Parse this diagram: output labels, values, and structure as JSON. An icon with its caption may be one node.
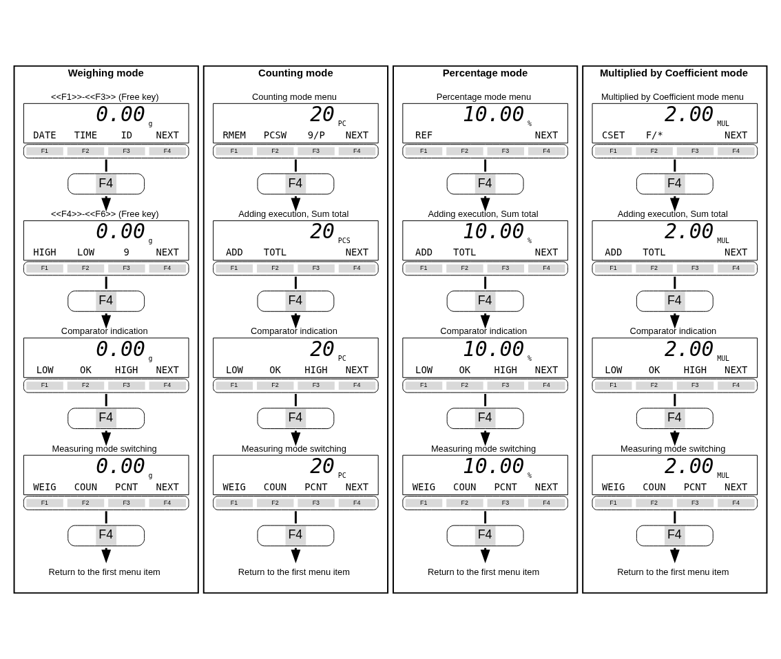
{
  "diagram": {
    "nodes": [
      {
        "text": [
          "Weighing mode"
        ]
      },
      {
        "text": [
          "0.00",
          "g",
          "DATE",
          "TIME",
          "ID",
          "NEXT",
          "F1",
          "F2",
          "F3",
          "F4"
        ],
        "in": 0,
        "beside": [
          "<<F1>>-<<F3>> (Free key)"
        ]
      },
      {
        "text": [
          "F4"
        ],
        "in": 0
      },
      {
        "text": [
          "0.00",
          "g",
          "HIGH",
          "LOW",
          "9",
          "NEXT",
          "F1",
          "F2",
          "F3",
          "F4"
        ],
        "in": 0,
        "beside": [
          "<<F4>>-<<F6>> (Free key)"
        ]
      },
      {
        "text": [
          "F4"
        ],
        "in": 0
      },
      {
        "text": [
          "0.00",
          "g",
          "LOW",
          "OK",
          "HIGH",
          "NEXT",
          "F1",
          "F2",
          "F3",
          "F4"
        ],
        "in": 0,
        "beside": [
          "Comparator indication"
        ]
      },
      {
        "text": [
          "F4"
        ],
        "in": 0
      },
      {
        "text": [
          "0.00",
          "g",
          "WEIG",
          "COUN",
          "PCNT",
          "NEXT",
          "F1",
          "F2",
          "F3",
          "F4"
        ],
        "in": 0,
        "beside": [
          "Measuring mode switching"
        ]
      },
      {
        "text": [
          "F4"
        ],
        "in": 0
      },
      {
        "text": [
          "Return to the first menu item"
        ],
        "in": 0
      },
      {
        "text": [
          "Counting mode"
        ]
      },
      {
        "text": [
          "20",
          "PC",
          "RMEM",
          "PCSW",
          "9/P",
          "NEXT",
          "F1",
          "F2",
          "F3",
          "F4"
        ],
        "in": 10,
        "beside": [
          "Counting mode menu"
        ]
      },
      {
        "text": [
          "F4"
        ],
        "in": 10
      },
      {
        "text": [
          "20",
          "PCS",
          "ADD",
          "TOTL",
          "NEXT",
          "F1",
          "F2",
          "F3",
          "F4"
        ],
        "in": 10,
        "beside": [
          "Adding execution, Sum total"
        ]
      },
      {
        "text": [
          "F4"
        ],
        "in": 10
      },
      {
        "text": [
          "20",
          "PC",
          "LOW",
          "OK",
          "HIGH",
          "NEXT",
          "F1",
          "F2",
          "F3",
          "F4"
        ],
        "in": 10,
        "beside": [
          "Comparator indication"
        ]
      },
      {
        "text": [
          "F4"
        ],
        "in": 10
      },
      {
        "text": [
          "20",
          "PC",
          "WEIG",
          "COUN",
          "PCNT",
          "NEXT",
          "F1",
          "F2",
          "F3",
          "F4"
        ],
        "in": 10,
        "beside": [
          "Measuring mode switching"
        ]
      },
      {
        "text": [
          "F4"
        ],
        "in": 10
      },
      {
        "text": [
          "Return to the first menu item"
        ],
        "in": 10
      },
      {
        "text": [
          "Percentage mode"
        ]
      },
      {
        "text": [
          "10.00",
          "%",
          "REF",
          "NEXT",
          "F1",
          "F2",
          "F3",
          "F4"
        ],
        "in": 20,
        "beside": [
          "Percentage mode menu"
        ]
      },
      {
        "text": [
          "F4"
        ],
        "in": 20
      },
      {
        "text": [
          "10.00",
          "%",
          "ADD",
          "TOTL",
          "NEXT",
          "F1",
          "F2",
          "F3",
          "F4"
        ],
        "in": 20,
        "beside": [
          "Adding execution, Sum total"
        ]
      },
      {
        "text": [
          "F4"
        ],
        "in": 20
      },
      {
        "text": [
          "10.00",
          "%",
          "LOW",
          "OK",
          "HIGH",
          "NEXT",
          "F1",
          "F2",
          "F3",
          "F4"
        ],
        "in": 20,
        "beside": [
          "Comparator indication"
        ]
      },
      {
        "text": [
          "F4"
        ],
        "in": 20
      },
      {
        "text": [
          "10.00",
          "%",
          "WEIG",
          "COUN",
          "PCNT",
          "NEXT",
          "F1",
          "F2",
          "F3",
          "F4"
        ],
        "in": 20,
        "beside": [
          "Measuring mode switching"
        ]
      },
      {
        "text": [
          "F4"
        ],
        "in": 20
      },
      {
        "text": [
          "Return to the first menu item"
        ],
        "in": 20
      },
      {
        "text": [
          "Multiplied by Coefficient mode"
        ]
      },
      {
        "text": [
          "2.00",
          "MUL",
          "CSET",
          "F/*",
          "NEXT",
          "F1",
          "F2",
          "F3",
          "F4"
        ],
        "in": 30,
        "beside": [
          "Multiplied by Coefficient mode menu"
        ]
      },
      {
        "text": [
          "F4"
        ],
        "in": 30
      },
      {
        "text": [
          "2.00",
          "MUL",
          "ADD",
          "TOTL",
          "NEXT",
          "F1",
          "F2",
          "F3",
          "F4"
        ],
        "in": 30,
        "beside": [
          "Adding execution, Sum total"
        ]
      },
      {
        "text": [
          "F4"
        ],
        "in": 30
      },
      {
        "text": [
          "2.00",
          "MUL",
          "LOW",
          "OK",
          "HIGH",
          "NEXT",
          "F1",
          "F2",
          "F3",
          "F4"
        ],
        "in": 30,
        "beside": [
          "Comparator indication"
        ]
      },
      {
        "text": [
          "F4"
        ],
        "in": 30
      },
      {
        "text": [
          "2.00",
          "MUL",
          "WEIG",
          "COUN",
          "PCNT",
          "NEXT",
          "F1",
          "F2",
          "F3",
          "F4"
        ],
        "in": 30,
        "beside": [
          "Measuring mode switching"
        ]
      },
      {
        "text": [
          "F4"
        ],
        "in": 30
      },
      {
        "text": [
          "Return to the first menu item"
        ],
        "in": 30
      }
    ],
    "edges": [
      {
        "from": 1,
        "to": 2,
        "arrow": "none"
      },
      {
        "from": 2,
        "to": 3,
        "arrow": "to"
      },
      {
        "from": 3,
        "to": 4,
        "arrow": "none"
      },
      {
        "from": 4,
        "to": 5,
        "arrow": "to"
      },
      {
        "from": 5,
        "to": 6,
        "arrow": "none"
      },
      {
        "from": 6,
        "to": 7,
        "arrow": "to"
      },
      {
        "from": 7,
        "to": 8,
        "arrow": "none"
      },
      {
        "from": 8,
        "to": 9,
        "arrow": "to"
      },
      {
        "from": 11,
        "to": 12,
        "arrow": "none"
      },
      {
        "from": 12,
        "to": 13,
        "arrow": "to"
      },
      {
        "from": 13,
        "to": 14,
        "arrow": "none"
      },
      {
        "from": 14,
        "to": 15,
        "arrow": "to"
      },
      {
        "from": 15,
        "to": 16,
        "arrow": "none"
      },
      {
        "from": 16,
        "to": 17,
        "arrow": "to"
      },
      {
        "from": 17,
        "to": 18,
        "arrow": "none"
      },
      {
        "from": 18,
        "to": 19,
        "arrow": "to"
      },
      {
        "from": 21,
        "to": 22,
        "arrow": "none"
      },
      {
        "from": 22,
        "to": 23,
        "arrow": "to"
      },
      {
        "from": 23,
        "to": 24,
        "arrow": "none"
      },
      {
        "from": 24,
        "to": 25,
        "arrow": "to"
      },
      {
        "from": 25,
        "to": 26,
        "arrow": "none"
      },
      {
        "from": 26,
        "to": 27,
        "arrow": "to"
      },
      {
        "from": 27,
        "to": 28,
        "arrow": "none"
      },
      {
        "from": 28,
        "to": 29,
        "arrow": "to"
      },
      {
        "from": 31,
        "to": 32,
        "arrow": "none"
      },
      {
        "from": 32,
        "to": 33,
        "arrow": "to"
      },
      {
        "from": 33,
        "to": 34,
        "arrow": "none"
      },
      {
        "from": 34,
        "to": 35,
        "arrow": "to"
      },
      {
        "from": 35,
        "to": 36,
        "arrow": "none"
      },
      {
        "from": 36,
        "to": 37,
        "arrow": "to"
      },
      {
        "from": 37,
        "to": 38,
        "arrow": "none"
      },
      {
        "from": 38,
        "to": 39,
        "arrow": "to"
      }
    ]
  }
}
